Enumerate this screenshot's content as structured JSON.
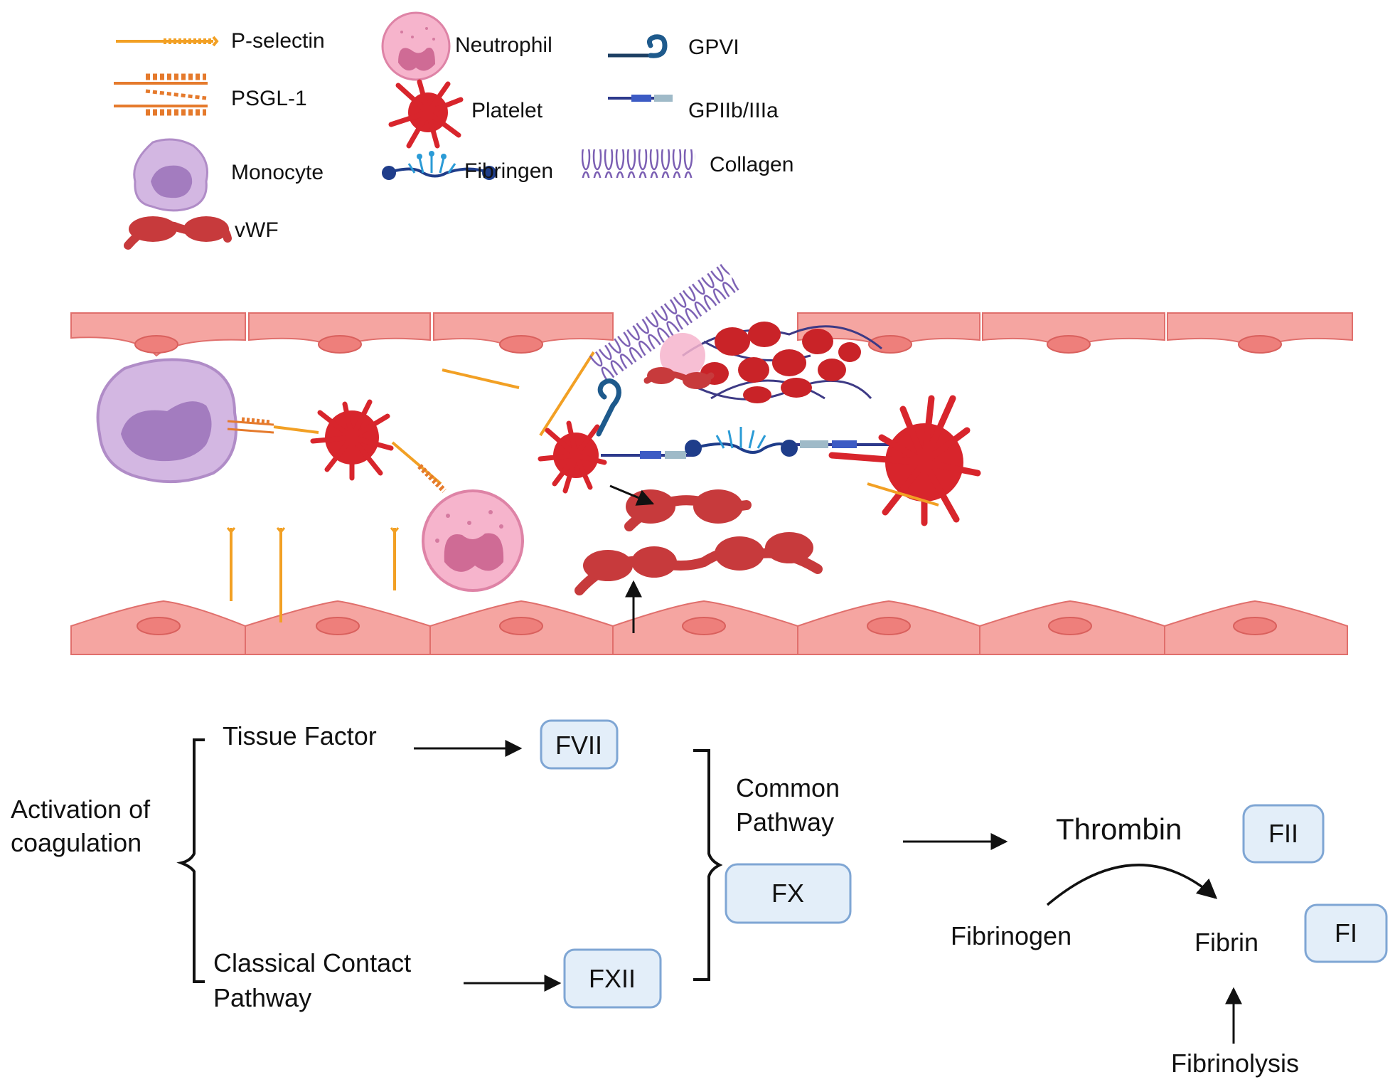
{
  "legend": {
    "p_selectin": "P-selectin",
    "psgl1": "PSGL-1",
    "monocyte": "Monocyte",
    "vwf": "vWF",
    "neutrophil": "Neutrophil",
    "platelet": "Platelet",
    "fibrinogen_icon_label": "Fibringen",
    "gpvi": "GPVI",
    "gpiib_iiia": "GPIIb/IIIa",
    "collagen": "Collagen"
  },
  "cascade": {
    "activation": [
      "Activation of",
      "coagulation"
    ],
    "tissue_factor": "Tissue Factor",
    "classical": [
      "Classical Contact",
      "Pathway"
    ],
    "common": [
      "Common",
      "Pathway"
    ],
    "thrombin": "Thrombin",
    "fibrinogen": "Fibrinogen",
    "fibrin": "Fibrin",
    "fibrinolysis": "Fibrinolysis",
    "boxes": {
      "fvii": "FVII",
      "fxii": "FXII",
      "fx": "FX",
      "fii": "FII",
      "fi": "FI"
    }
  },
  "colors": {
    "endothelium": "#f5a5a1",
    "platelet": "#d8252c",
    "vwf": "#c73a3c",
    "monocyte": "#c9a8d8",
    "neutrophil": "#f6b4cc",
    "p_selectin": "#f2a024",
    "psgl1": "#e57a2c",
    "box_fill": "#e3eef9",
    "box_stroke": "#7fa6d4"
  }
}
